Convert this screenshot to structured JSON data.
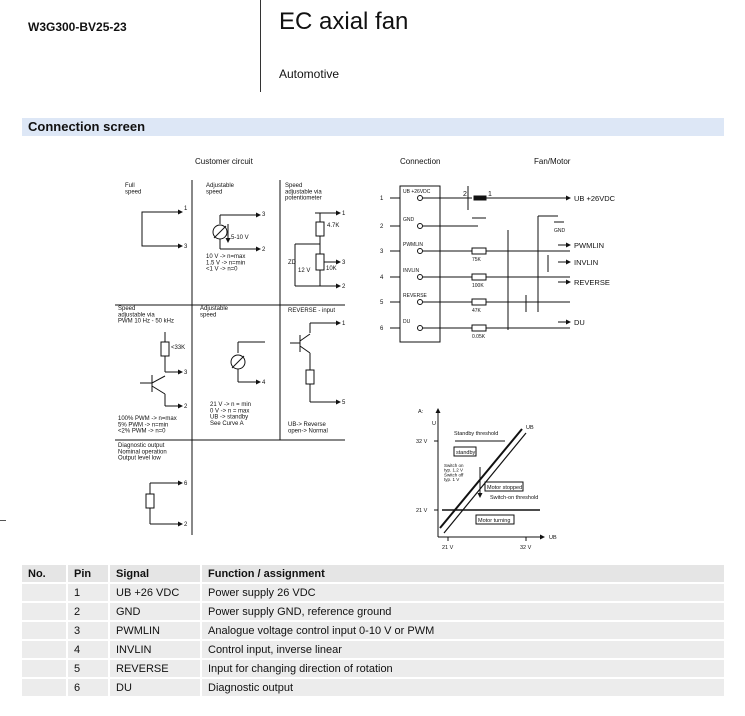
{
  "header": {
    "model": "W3G300-BV25-23",
    "title": "EC axial fan",
    "subtitle": "Automotive"
  },
  "section": {
    "title": "Connection screen"
  },
  "customer_circuit": {
    "title": "Customer circuit",
    "full_speed": "Full\nspeed",
    "adjustable_speed": "Adjustable\nspeed",
    "potentiometer": "Speed\nadjustable via\npotentiometer",
    "pwm_speed": "Speed\nadjustable via\nPWM 10 Hz - 50 kHz",
    "adjustable_speed_2": "Adjustable\nspeed",
    "reverse_input": "REVERSE - input",
    "diag_output": "Diagnostic output\nNominal operation\nOutput level low",
    "range_label": "1.5-10 V",
    "voltage_notes": "10 V -> n=max\n1.5 V -> n=min\n<1 V -> n=0",
    "pwm_notes": "100% PWM -> n=max\n5% PWM -> n=min\n<2% PWM -> n=0",
    "standby_notes": "21 V -> n = min\n0 V -> n = max\nUB -> standby\nSee Curve A",
    "reverse_notes": "UB-> Reverse\nopen-> Normal",
    "r_47k": "4.7K",
    "r_33k": "<33K",
    "zd_label": "ZD",
    "v12": "12 V",
    "r_10k": "10K"
  },
  "connection": {
    "title": "Connection",
    "fan_title": "Fan/Motor",
    "pins": [
      {
        "n": "1",
        "label": "UB +26VDC",
        "res": "",
        "out": "UB +26VDC"
      },
      {
        "n": "2",
        "label": "GND",
        "res": "",
        "out": "GND"
      },
      {
        "n": "3",
        "label": "PWMLIN",
        "res": "75K",
        "out": "PWMLIN"
      },
      {
        "n": "4",
        "label": "INVLIN",
        "res": "100K",
        "out": "INVLIN"
      },
      {
        "n": "5",
        "label": "REVERSE",
        "res": "47K",
        "out": "REVERSE"
      },
      {
        "n": "6",
        "label": "DU",
        "res": "0.05K",
        "out": "DU"
      }
    ],
    "fuse_2": "2",
    "fuse_1": "1"
  },
  "curve": {
    "y_top": "A:",
    "y_unit": "U",
    "x_unit": "UB",
    "y_32": "32 V",
    "y_21": "21 V",
    "x_21": "21 V",
    "x_32": "32 V",
    "standby_threshold": "Standby threshold",
    "ub": "UB",
    "standby": "standby",
    "switch_on": "Switch on\ntyp. 1.2 V\nSwitch off\ntyp. 1 V",
    "motor_stopped": "Motor stopped",
    "switch_on_threshold": "Switch-on threshold",
    "motor_turning": "Motor turning"
  },
  "table": {
    "headers": {
      "no": "No.",
      "pin": "Pin",
      "signal": "Signal",
      "function": "Function / assignment"
    },
    "rows": [
      {
        "no": "",
        "pin": "1",
        "signal": "UB +26 VDC",
        "function": "Power supply 26 VDC"
      },
      {
        "no": "",
        "pin": "2",
        "signal": "GND",
        "function": "Power supply GND, reference ground"
      },
      {
        "no": "",
        "pin": "3",
        "signal": "PWMLIN",
        "function": "Analogue voltage control input 0-10 V or PWM"
      },
      {
        "no": "",
        "pin": "4",
        "signal": "INVLIN",
        "function": "Control input, inverse linear"
      },
      {
        "no": "",
        "pin": "5",
        "signal": "REVERSE",
        "function": "Input for changing direction of rotation"
      },
      {
        "no": "",
        "pin": "6",
        "signal": "DU",
        "function": "Diagnostic output"
      }
    ]
  }
}
